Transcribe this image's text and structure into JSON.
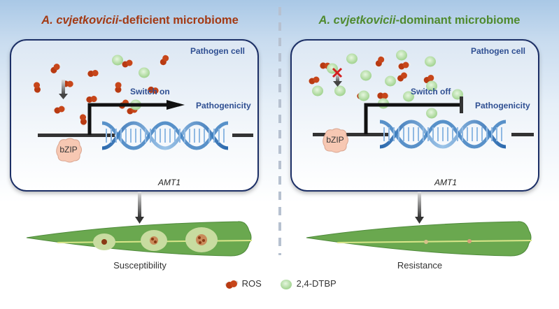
{
  "panels": [
    {
      "title_italic": "A. cvjetkovicii",
      "title_rest": "-deficient microbiome",
      "title_color": "#a33a14",
      "cell_label": "Pathogen cell",
      "switch_label": "Switch on",
      "target_label": "Pathogenicity",
      "protein_label": "bZIP",
      "gene_label": "AMT1",
      "outcome_label": "Susceptibility",
      "ros_activates_bzip": true
    },
    {
      "title_italic": "A. cvjetkovicii",
      "title_rest": "-dominant microbiome",
      "title_color": "#4f8a2e",
      "cell_label": "Pathogen cell",
      "switch_label": "Switch off",
      "target_label": "Pathogenicity",
      "protein_label": "bZIP",
      "gene_label": "AMT1",
      "outcome_label": "Resistance",
      "ros_activates_bzip": false
    }
  ],
  "legend": [
    {
      "icon": "ros-molecule-icon",
      "label": "ROS"
    },
    {
      "icon": "dtbp-particle-icon",
      "label": "2,4-DTBP"
    }
  ],
  "colors": {
    "ros": "#b83a12",
    "dtbp": "#a9d99a",
    "cell_border": "#1c2f66",
    "label_blue": "#2f4f92",
    "leaf": "#6aa84f",
    "dna": "#3d7fc0"
  }
}
